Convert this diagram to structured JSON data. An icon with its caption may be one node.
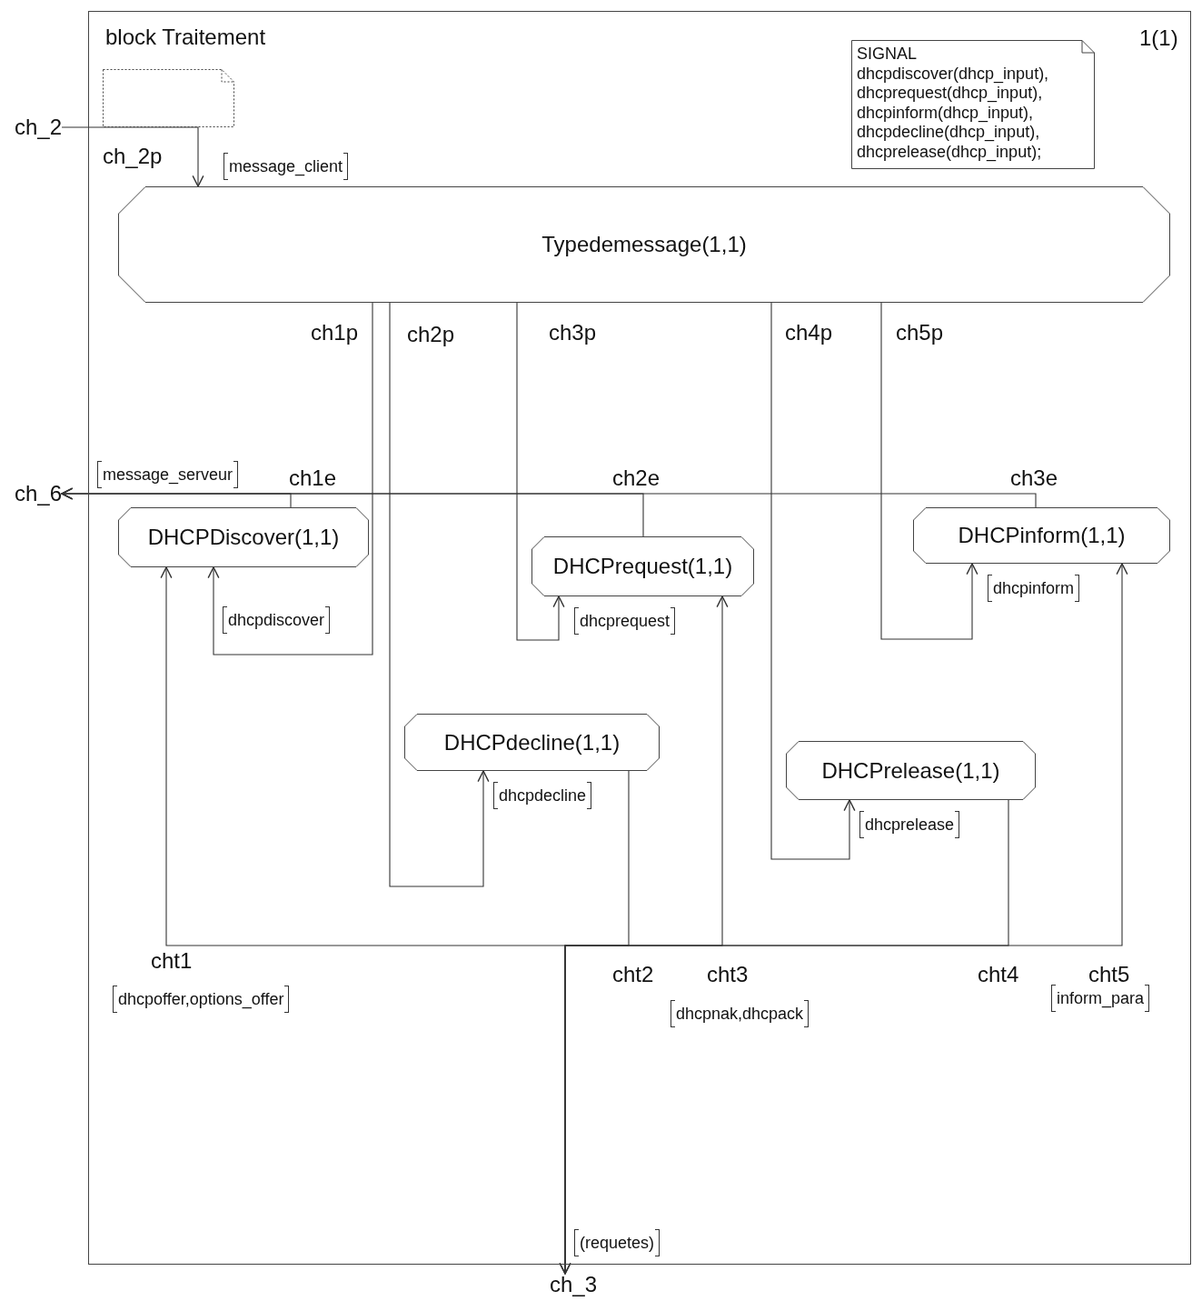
{
  "diagram": {
    "nodes": [
      {
        "text": [
          "block Traitement"
        ]
      },
      {
        "text": [],
        "shape": "note",
        "in": 0
      },
      {
        "text": [
          "SIGNAL",
          "dhcpdiscover(dhcp_input),",
          "dhcprequest(dhcp_input),",
          "dhcpinform(dhcp_input),",
          "dhcpdecline(dhcp_input),",
          "dhcprelease(dhcp_input);"
        ],
        "in": 0
      },
      {
        "text": [
          "Typedemessage(1,1)"
        ],
        "in": 0
      },
      {
        "text": [
          "DHCPDiscover(1,1)"
        ],
        "in": 0
      },
      {
        "text": [
          "DHCPrequest(1,1)"
        ],
        "in": 0
      },
      {
        "text": [
          "DHCPinform(1,1)"
        ],
        "in": 0
      },
      {
        "text": [
          "DHCPdecline(1,1)"
        ],
        "in": 0
      },
      {
        "text": [
          "DHCPrelease(1,1)"
        ],
        "in": 0
      },
      {
        "text": [
          "ch_2"
        ]
      },
      {
        "text": [
          "ch_6"
        ]
      },
      {
        "text": [
          "ch_3"
        ]
      }
    ],
    "edges": [
      {
        "from": 9,
        "to": 3,
        "arrow": "to",
        "label": "message_client"
      },
      {
        "from": 3,
        "to": 4,
        "arrow": "to",
        "label": "dhcpdiscover"
      },
      {
        "from": 3,
        "to": 7,
        "arrow": "to",
        "label": "dhcpdecline"
      },
      {
        "from": 3,
        "to": 5,
        "arrow": "to",
        "label": "dhcprequest"
      },
      {
        "from": 3,
        "to": 8,
        "arrow": "to",
        "label": "dhcprelease"
      },
      {
        "from": 3,
        "to": 6,
        "arrow": "to",
        "label": "dhcpinform"
      },
      {
        "from": 4,
        "to": 10,
        "arrow": "to",
        "label": "message_serveur"
      },
      {
        "from": 5,
        "to": 10,
        "arrow": "to"
      },
      {
        "from": 6,
        "to": 10,
        "arrow": "to"
      },
      {
        "from": 11,
        "to": 4,
        "arrow": "to",
        "label": "dhcpoffer,options_offer"
      },
      {
        "from": 11,
        "to": 5,
        "arrow": "to",
        "label": "dhcpnak,dhcpack"
      },
      {
        "from": 11,
        "to": 6,
        "arrow": "to",
        "label": "inform_para"
      },
      {
        "from": 7,
        "to": 11,
        "arrow": "to",
        "label": "(requetes)"
      },
      {
        "from": 8,
        "to": 11,
        "arrow": "to"
      }
    ],
    "labels": [
      "1(1)",
      "ch_2p",
      "ch1p",
      "ch2p",
      "ch3p",
      "ch4p",
      "ch5p",
      "ch1e",
      "ch2e",
      "ch3e",
      "cht1",
      "cht2",
      "cht3",
      "cht4",
      "cht5"
    ]
  }
}
